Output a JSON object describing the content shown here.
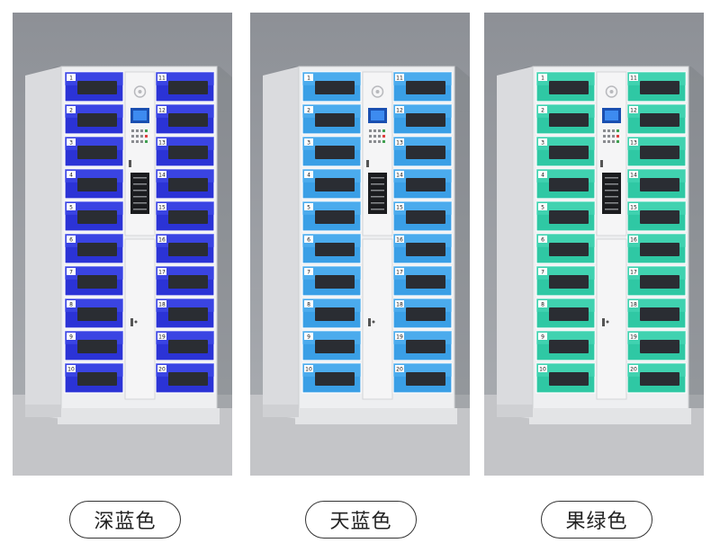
{
  "variants": [
    {
      "label": "深蓝色",
      "color": "#2b33d6",
      "color_light": "#4a55f0"
    },
    {
      "label": "天蓝色",
      "color": "#3a9fe6",
      "color_light": "#5cb8f4"
    },
    {
      "label": "果绿色",
      "color": "#2fc8a4",
      "color_light": "#52dcbc"
    }
  ],
  "door_numbers_left": [
    "1",
    "2",
    "3",
    "4",
    "5",
    "6",
    "7",
    "8",
    "9",
    "10"
  ],
  "door_numbers_right": [
    "11",
    "12",
    "13",
    "14",
    "15",
    "16",
    "17",
    "18",
    "19",
    "20"
  ]
}
